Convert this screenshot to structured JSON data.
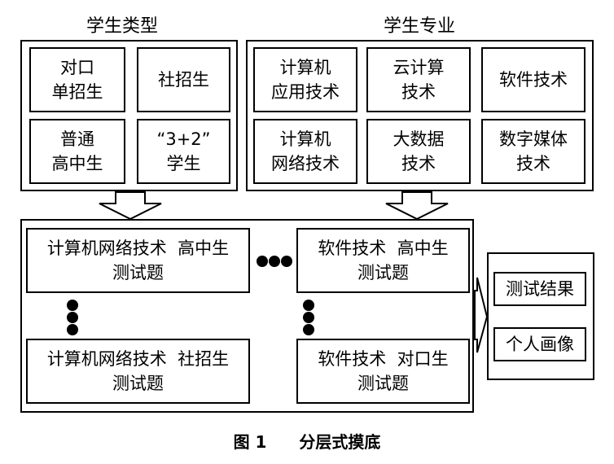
{
  "student_type": {
    "title": "学生类型",
    "items": [
      [
        "对口",
        "单招生"
      ],
      [
        "社招生"
      ],
      [
        "普通",
        "高中生"
      ],
      [
        "“3+2”",
        "学生"
      ]
    ]
  },
  "student_major": {
    "title": "学生专业",
    "items": [
      [
        "计算机",
        "应用技术"
      ],
      [
        "云计算",
        "技术"
      ],
      [
        "软件技术"
      ],
      [
        "计算机",
        "网络技术"
      ],
      [
        "大数据",
        "技术"
      ],
      [
        "数字媒体",
        "技术"
      ]
    ]
  },
  "tests": {
    "top_left": [
      "计算机网络技术  高中生",
      "测试题"
    ],
    "top_right": [
      "软件技术  高中生",
      "测试题"
    ],
    "bottom_left": [
      "计算机网络技术  社招生",
      "测试题"
    ],
    "bottom_right": [
      "软件技术  对口生",
      "测试题"
    ]
  },
  "outputs": {
    "items": [
      "测试结果",
      "个人画像"
    ]
  },
  "caption": {
    "number": "图 1",
    "text": "分层式摸底"
  }
}
